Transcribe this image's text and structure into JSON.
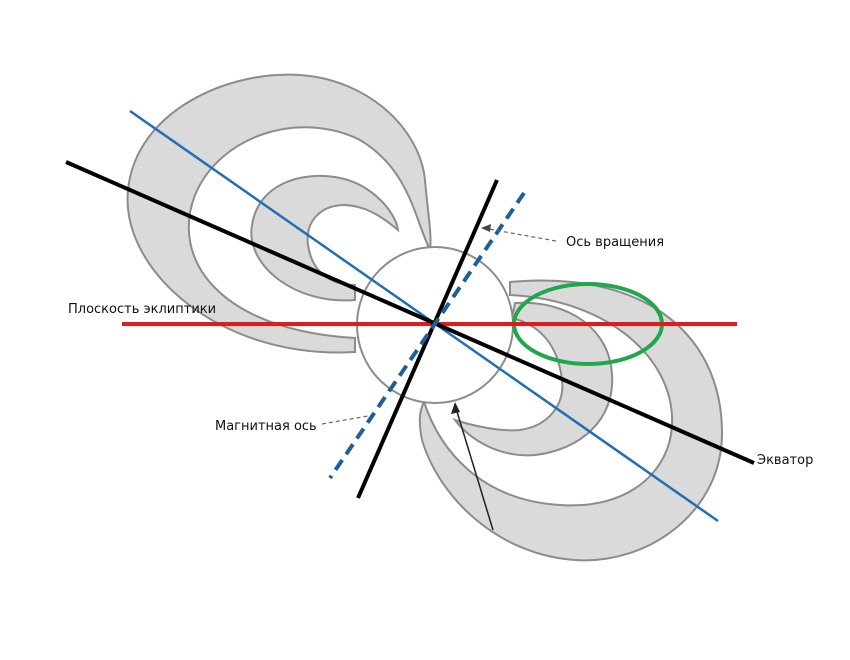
{
  "labels": {
    "rotation_axis": "Ось вращения",
    "ecliptic_plane": "Плоскость эклиптики",
    "magnetic_axis": "Магнитная ось",
    "equator": "Экватор"
  },
  "colors": {
    "belt_fill": "#dadada",
    "belt_stroke": "#8c8c8c",
    "ecliptic_line": "#e41a1a",
    "equator_line": "#000000",
    "rotation_axis_line": "#000000",
    "magnetic_equator_line": "#1f6fb5",
    "magnetic_axis_line": "#1f5f99",
    "highlight_ellipse": "#1fa84a"
  }
}
